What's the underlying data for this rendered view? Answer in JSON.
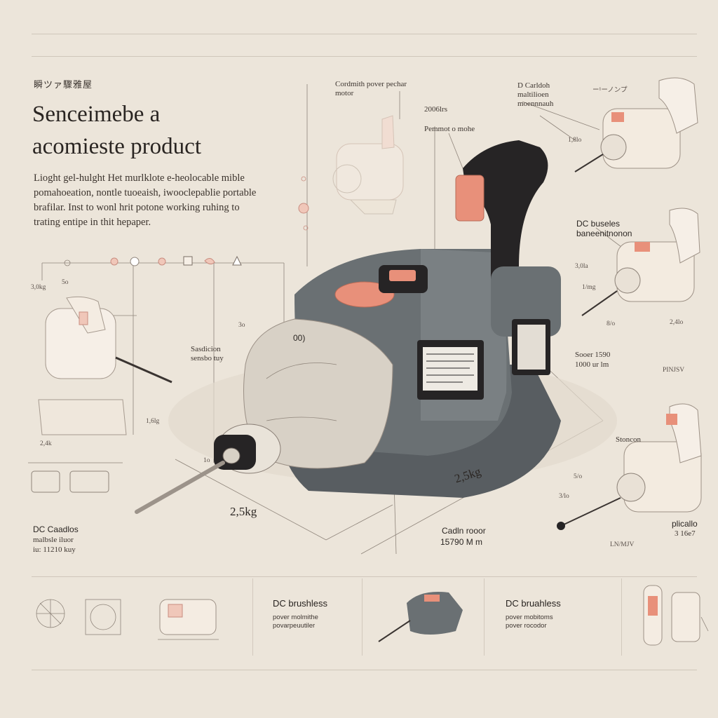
{
  "header": {
    "kicker": "瞬ツァ驟雅屋",
    "headline_line1": "Senceimebe a",
    "headline_line2": "acomieste product",
    "paragraph": "Lioght gel-hulght Het murlklote e-heolocable mible pomahoeation, nontle tuoeaish, iwooclepablie portable brafilar. Inst to wonl hrit potone working ruhing to trating entipe in thit hepaper."
  },
  "callouts": {
    "top_center_title": "Cordmith pover pechar motor",
    "top_center_weight": "2006lrs",
    "top_center_sub": "Pemmot o mohe",
    "top_right_title": "D Carldoh maltilioen moennnauh",
    "top_right_code": "ー¹ーノンプ",
    "right_mid_title": "DC buseles baneenitnonon",
    "left_center_title": "Sasdicion sensbo tuy",
    "right_speed_title": "Sooer 1590",
    "right_speed_value": "1000 ur lm",
    "right_lower_tag": "PINJSV",
    "right_lower_title": "Stoncon",
    "bottom_left_title": "DC Caadlos",
    "bottom_left_sub1": "malbsle iluor",
    "bottom_left_sub2": "iu: 11210 kuy",
    "bottom_center_title": "Cadln rooor",
    "bottom_center_value": "15790 M m",
    "bottom_right_title": "plicallo",
    "bottom_right_value": "3 16e7",
    "bottom_right_sub": "LN/MJV"
  },
  "dimensions": {
    "left_weight": "2,5kg",
    "right_weight": "2,5kg",
    "hood_value": "00)",
    "d_1": "5o",
    "d_2": "3o",
    "d_3": "1o",
    "d_4": "3,0kg",
    "d_5": "1,6lg",
    "d_6": "2,4k",
    "d_7": "3,0la",
    "d_8": "1/mg",
    "d_9": "2,4lo",
    "d_10": "1,8lo",
    "d_11": "5/o",
    "d_12": "8/o",
    "d_13": "3/lo"
  },
  "bottom_cards": [
    {
      "title": "DC brushless",
      "sub1": "pover molmithe",
      "sub2": "povarpeuutiler"
    },
    {
      "title": "DC bruahless",
      "sub1": "pover mobitoms",
      "sub2": "pover rocodor"
    }
  ],
  "colors": {
    "background": "#ece5da",
    "body_gray": "#5f6568",
    "accent_salmon": "#e8907a",
    "handle_black": "#262425"
  }
}
